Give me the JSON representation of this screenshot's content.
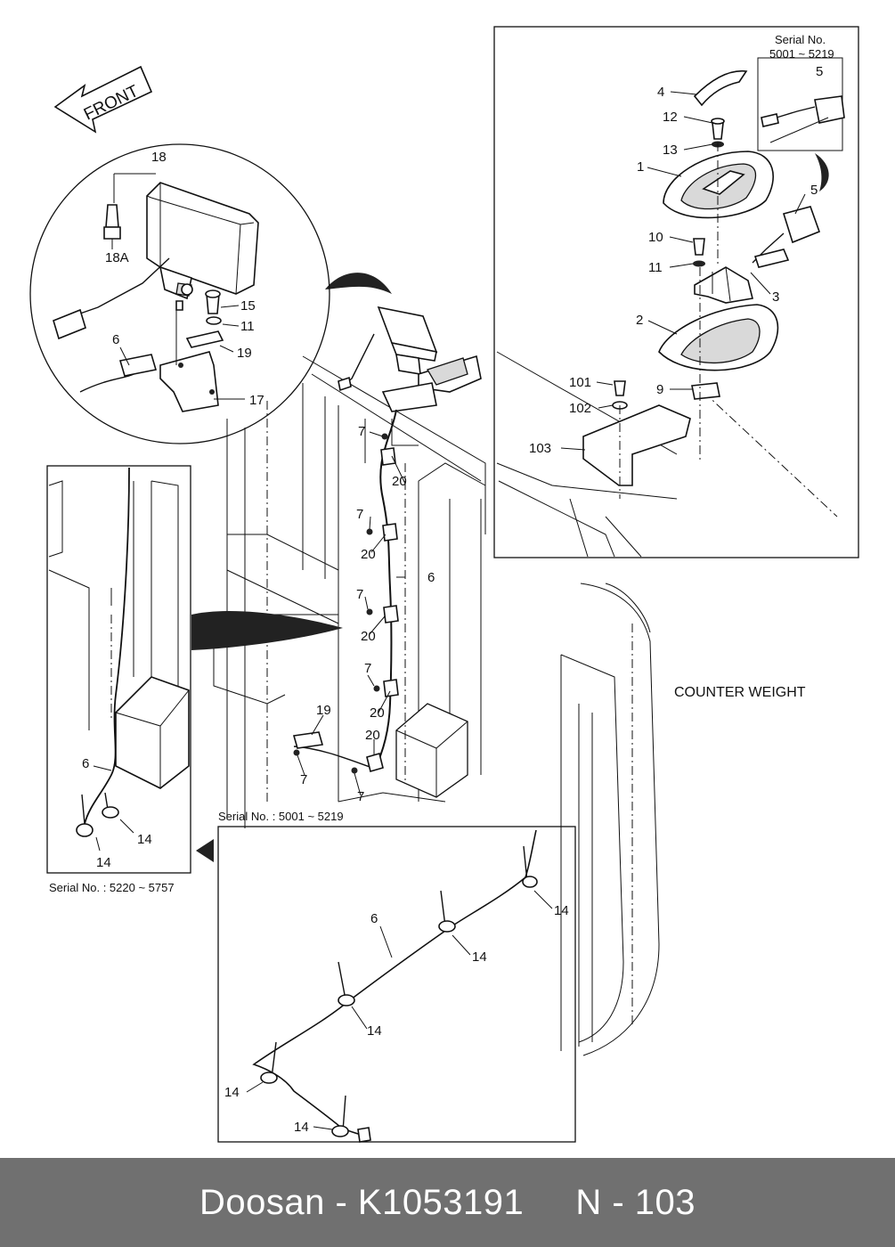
{
  "diagram": {
    "direction_arrow": "FRONT",
    "counter_weight": "COUNTER WEIGHT",
    "serial_top_right_line1": "Serial No.",
    "serial_top_right_line2": "5001 ~ 5219",
    "serial_lower_left": "Serial No. : 5220 ~ 5757",
    "serial_lower_right": "Serial No. : 5001 ~ 5219",
    "callouts": {
      "c1": "1",
      "c2": "2",
      "c3": "3",
      "c4": "4",
      "c5": "5",
      "c5b": "5",
      "c6": "6",
      "c7": "7",
      "c9": "9",
      "c10": "10",
      "c11": "11",
      "c12": "12",
      "c13": "13",
      "c14": "14",
      "c15": "15",
      "c17": "17",
      "c18": "18",
      "c18a": "18A",
      "c19": "19",
      "c20": "20",
      "c101": "101",
      "c102": "102",
      "c103": "103"
    }
  },
  "footer": {
    "text": "Doosan - K1053191     N - 103"
  }
}
